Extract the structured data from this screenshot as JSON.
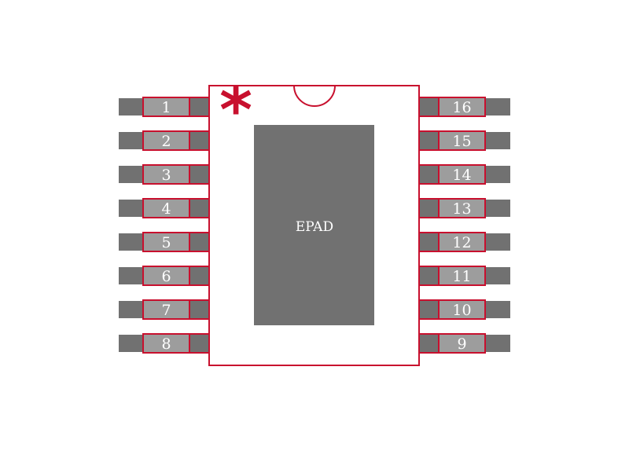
{
  "colors": {
    "background": "#ffffff",
    "outline": "#c8102e",
    "pad_fill": "#717171",
    "pin_box_fill": "#9d9d9d",
    "label_color": "#ffffff",
    "pin1_marker": "#c8102e"
  },
  "package": {
    "pin1_marker_symbol": "*",
    "epad_label": "EPAD",
    "left_pins": [
      "1",
      "2",
      "3",
      "4",
      "5",
      "6",
      "7",
      "8"
    ],
    "right_pins": [
      "16",
      "15",
      "14",
      "13",
      "12",
      "11",
      "10",
      "9"
    ]
  }
}
